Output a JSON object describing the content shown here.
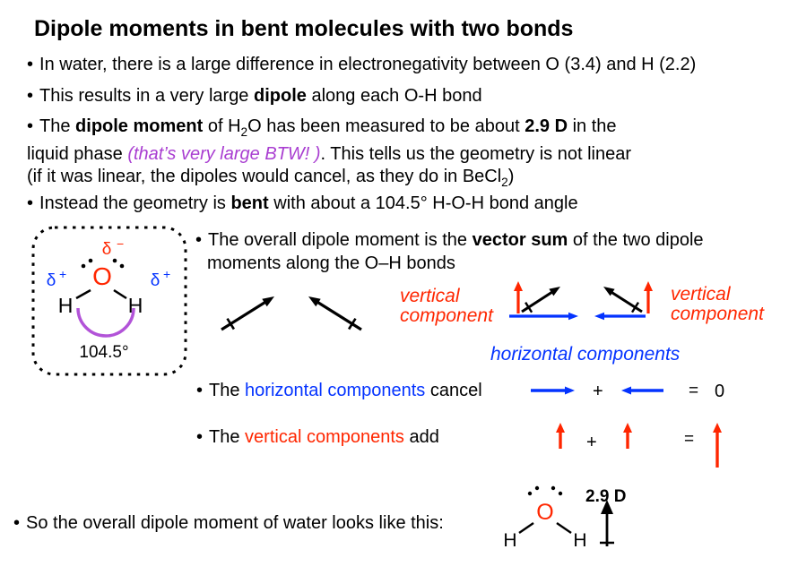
{
  "colors": {
    "red": "#ff2600",
    "blue": "#0433ff",
    "purple_text": "#a93ed1",
    "arc_purple": "#b253d8",
    "black": "#000000",
    "background": "#ffffff"
  },
  "title": "Dipole moments in bent molecules with two bonds",
  "bullets": {
    "b1": {
      "marker": "•",
      "text": "In water, there is a large difference in electronegativity between O (3.4) and H (2.2)"
    },
    "b2": {
      "marker": "•",
      "pre": "This results in a very large ",
      "bold": "dipole",
      "post": " along each O-H bond"
    },
    "b3": {
      "marker": "•",
      "s1": "The ",
      "bold1": "dipole moment",
      "s2": " of H",
      "sub1": "2",
      "s3": "O has been measured to be about ",
      "bold2": "2.9 D",
      "s4": " in the",
      "s5": "liquid phase ",
      "purple": "(that’s very large BTW! )",
      "s6": ".  This tells us the geometry is not linear",
      "s7": "(if it was linear, the dipoles would cancel, as they do in BeCl",
      "sub2": "2",
      "s8": ")"
    },
    "b4": {
      "marker": "•",
      "pre": "Instead the geometry is ",
      "bold": "bent",
      "post": " with about a 104.5° H-O-H bond angle"
    },
    "vector_sum": {
      "marker": "•",
      "s1": "The overall dipole moment is the ",
      "bold": "vector sum",
      "s2": " of the two dipole",
      "line2": "moments along the O–H bonds"
    },
    "horizontal": {
      "marker": "•",
      "s1": "The ",
      "colored": "horizontal components",
      "s2": " cancel"
    },
    "vertical": {
      "marker": "•",
      "s1": "The ",
      "colored": "vertical components",
      "s2": " add"
    },
    "conclusion": {
      "marker": "•",
      "text": "So the overall dipole moment of water looks like this:"
    }
  },
  "labels": {
    "vertical_component_left": {
      "line1": "vertical",
      "line2": "component"
    },
    "vertical_component_right": {
      "line1": "vertical",
      "line2": "component"
    },
    "horizontal_components": "horizontal components",
    "plus_h": "+",
    "equals_h": "=",
    "zero": "0",
    "plus_v": "+",
    "equals_v": "="
  },
  "molecule_box": {
    "delta_minus_delta": "δ",
    "delta_minus_sign": "−",
    "delta_plus_left_delta": "δ",
    "delta_plus_left_sign": "+",
    "delta_plus_right_delta": "δ",
    "delta_plus_right_sign": "+",
    "oxygen": "O",
    "hydrogen_left": "H",
    "hydrogen_right": "H",
    "bond_angle": "104.5°"
  },
  "overall_molecule": {
    "oxygen": "O",
    "hydrogen_left": "H",
    "hydrogen_right": "H",
    "dipole_value": "2.9 D"
  }
}
